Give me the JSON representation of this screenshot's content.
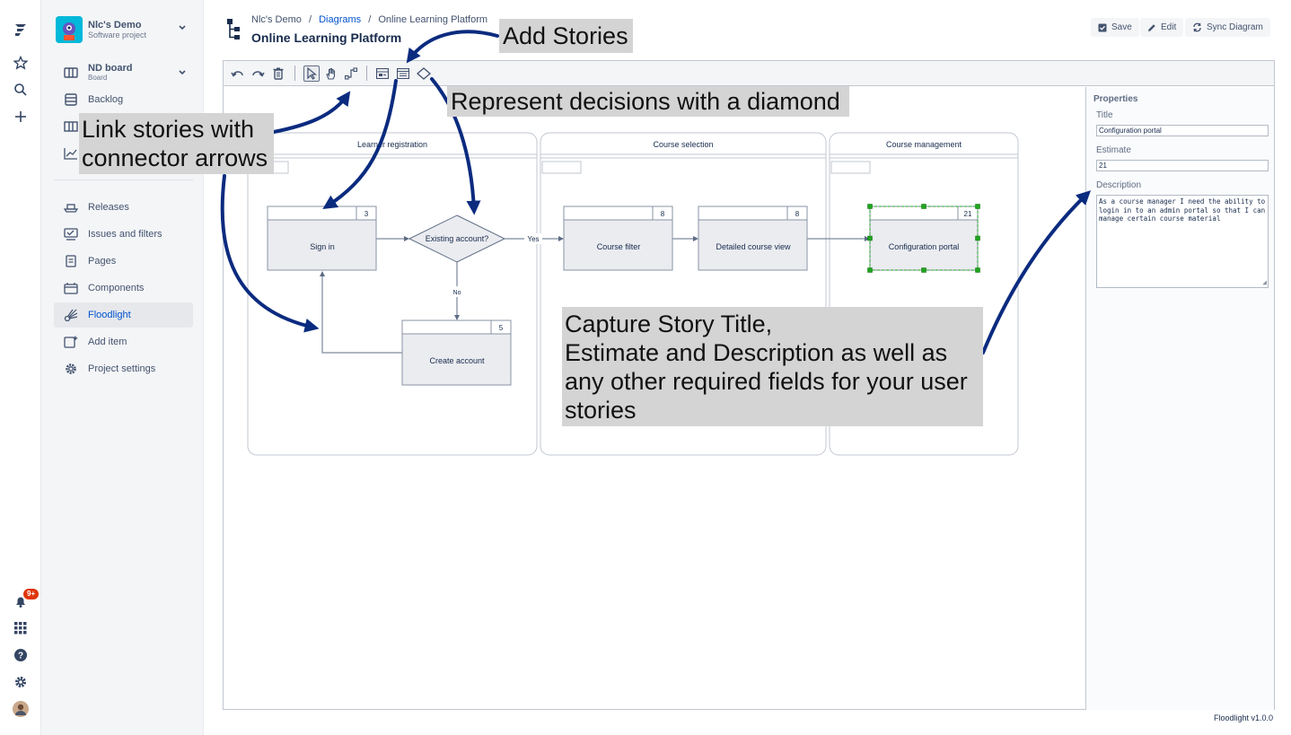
{
  "rail": {
    "notification_count": "9+"
  },
  "project": {
    "name": "Nlc's Demo",
    "type": "Software project"
  },
  "board": {
    "title": "ND board",
    "subtitle": "Board"
  },
  "sidebar": {
    "items": [
      {
        "label": "Backlog"
      },
      {
        "label": "Releases"
      },
      {
        "label": "Issues and filters"
      },
      {
        "label": "Pages"
      },
      {
        "label": "Components"
      },
      {
        "label": "Floodlight"
      },
      {
        "label": "Add item"
      },
      {
        "label": "Project settings"
      }
    ]
  },
  "breadcrumb": {
    "project": "Nlc's Demo",
    "sep1": "/",
    "diagrams": "Diagrams",
    "sep2": "/",
    "current": "Online Learning Platform"
  },
  "page": {
    "title": "Online Learning Platform"
  },
  "header": {
    "save": "Save",
    "edit": "Edit",
    "sync": "Sync Diagram"
  },
  "diagram": {
    "swimlanes": [
      {
        "title": "Learner registration"
      },
      {
        "title": "Course selection"
      },
      {
        "title": "Course management"
      }
    ],
    "stories": [
      {
        "title": "Sign in",
        "estimate": "3"
      },
      {
        "title": "Create account",
        "estimate": "5"
      },
      {
        "title": "Course filter",
        "estimate": "8"
      },
      {
        "title": "Detailed course view",
        "estimate": "8"
      },
      {
        "title": "Configuration portal",
        "estimate": "21"
      }
    ],
    "decision": {
      "label": "Existing account?"
    },
    "edge_labels": {
      "yes": "Yes",
      "no": "No"
    }
  },
  "properties": {
    "heading": "Properties",
    "title_label": "Title",
    "title_value": "Configuration portal",
    "estimate_label": "Estimate",
    "estimate_value": "21",
    "description_label": "Description",
    "description_value": "As a course manager I need the ability to login in to an admin portal so that I can manage certain course material"
  },
  "callouts": {
    "add_stories": "Add Stories",
    "decisions": "Represent decisions with a diamond",
    "link_line1": "Link stories with",
    "link_line2": "connector arrows",
    "capture_line1": "Capture Story Title,",
    "capture_line2": "Estimate and Description as well as",
    "capture_line3": "any other required fields for your user",
    "capture_line4": "stories"
  },
  "footer": {
    "version": "Floodlight v1.0.0"
  },
  "colors": {
    "accent": "#0052cc",
    "annotation_arrow": "#0b2b7f",
    "selection": "#1fa51f"
  }
}
